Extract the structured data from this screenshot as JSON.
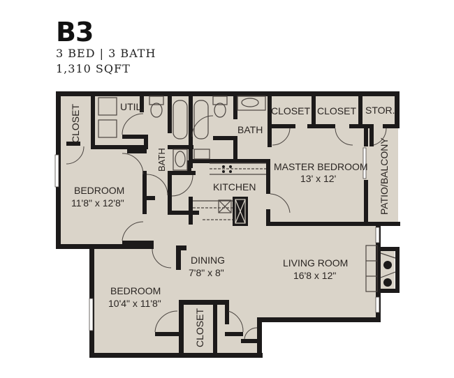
{
  "header": {
    "plan_name": "B3",
    "beds_baths": "3 BED | 3 BATH",
    "sqft": "1,310 SQFT"
  },
  "colors": {
    "floor": "#dad4c9",
    "wall": "#1c1a1a",
    "fixture_line": "#4a4440",
    "text": "#2a2522",
    "background": "#ffffff"
  },
  "rooms": {
    "closet_left": {
      "label": "CLOSET"
    },
    "util": {
      "label": "UTIL."
    },
    "bath_left": {
      "label": "BATH"
    },
    "bath_master": {
      "label": "BATH"
    },
    "closet_master_1": {
      "label": "CLOSET"
    },
    "closet_master_2": {
      "label": "CLOSET"
    },
    "storage": {
      "label": "STOR."
    },
    "master_bedroom": {
      "label": "MASTER BEDROOM",
      "size": "13' x 12'"
    },
    "patio": {
      "label": "PATIO/BALCONY"
    },
    "bedroom_1": {
      "label": "BEDROOM",
      "size": "11'8\" x 12'8\""
    },
    "kitchen": {
      "label": "KITCHEN"
    },
    "dining": {
      "label": "DINING",
      "size": "7'8\" x 8\""
    },
    "living_room": {
      "label": "LIVING ROOM",
      "size": "16'8 x 12\""
    },
    "bedroom_2": {
      "label": "BEDROOM",
      "size": "10'4\" x 11'8\""
    },
    "closet_bottom": {
      "label": "CLOSET"
    }
  }
}
